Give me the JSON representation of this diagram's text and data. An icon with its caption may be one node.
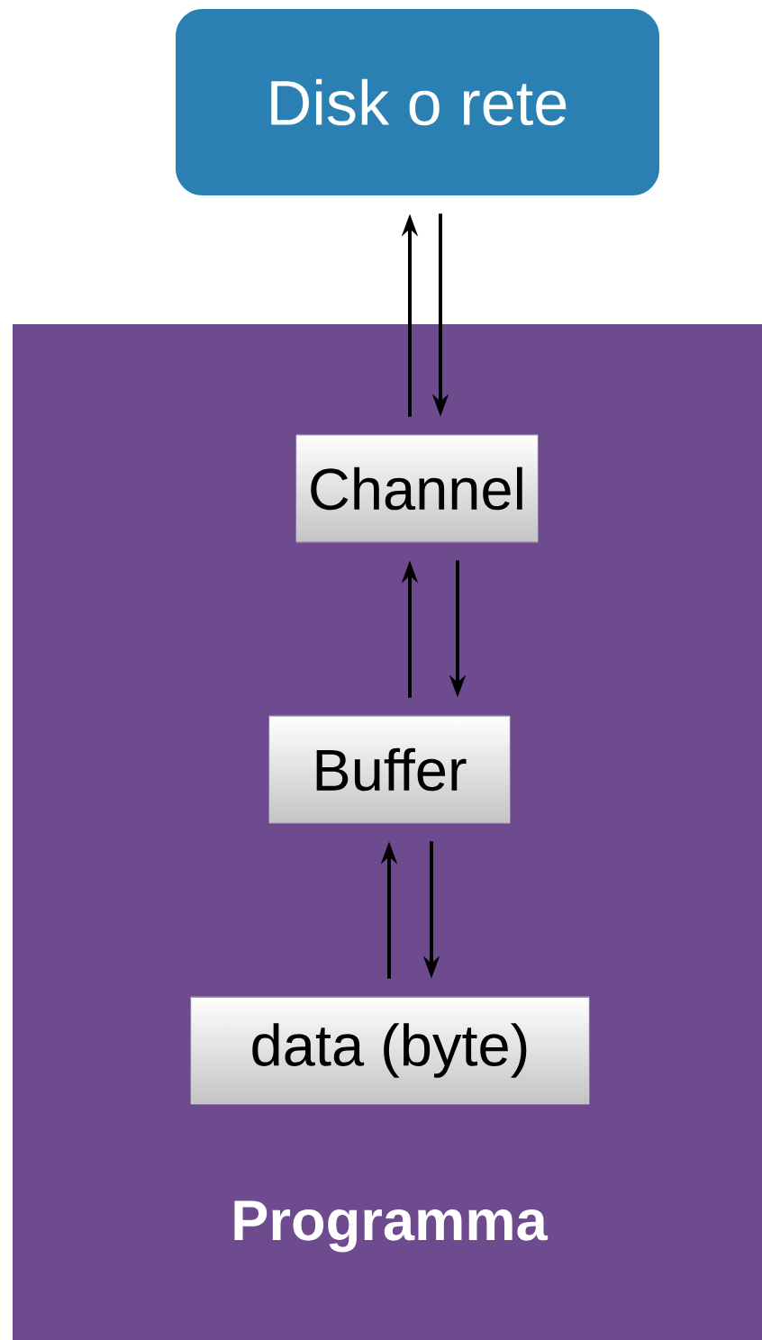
{
  "diagram": {
    "nodes": [
      {
        "text": [
          "Disk o rete"
        ]
      },
      {
        "text": [
          "Programma"
        ]
      },
      {
        "text": [
          "Channel"
        ],
        "in": 1
      },
      {
        "text": [
          "Buffer"
        ],
        "in": 1
      },
      {
        "text": [
          "data (byte)"
        ],
        "in": 1
      }
    ],
    "edges": [
      {
        "from": 2,
        "to": 0,
        "arrow": "to"
      },
      {
        "from": 0,
        "to": 2,
        "arrow": "to"
      },
      {
        "from": 3,
        "to": 2,
        "arrow": "to"
      },
      {
        "from": 2,
        "to": 3,
        "arrow": "to"
      },
      {
        "from": 4,
        "to": 3,
        "arrow": "to"
      },
      {
        "from": 3,
        "to": 4,
        "arrow": "to"
      }
    ]
  }
}
